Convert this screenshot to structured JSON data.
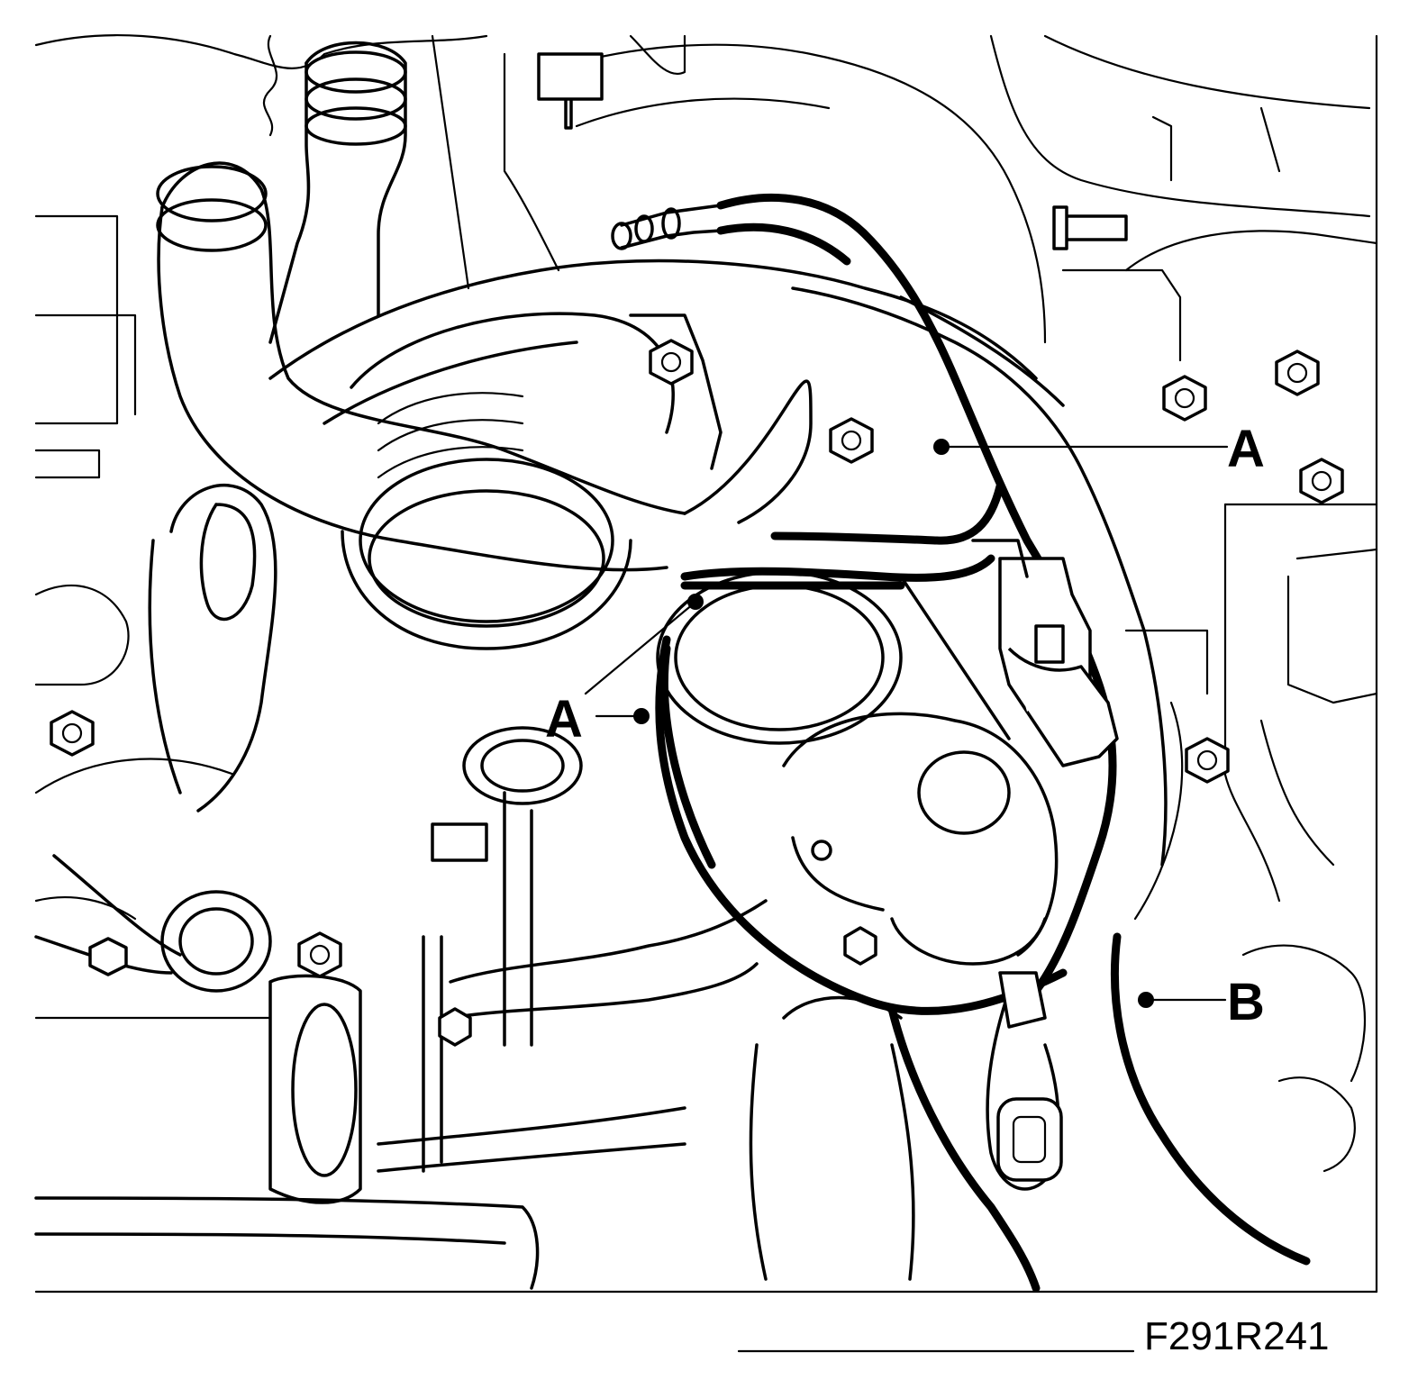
{
  "callouts": {
    "a_upper": "A",
    "a_lower": "A",
    "b": "B"
  },
  "figure_code": "F291R241"
}
